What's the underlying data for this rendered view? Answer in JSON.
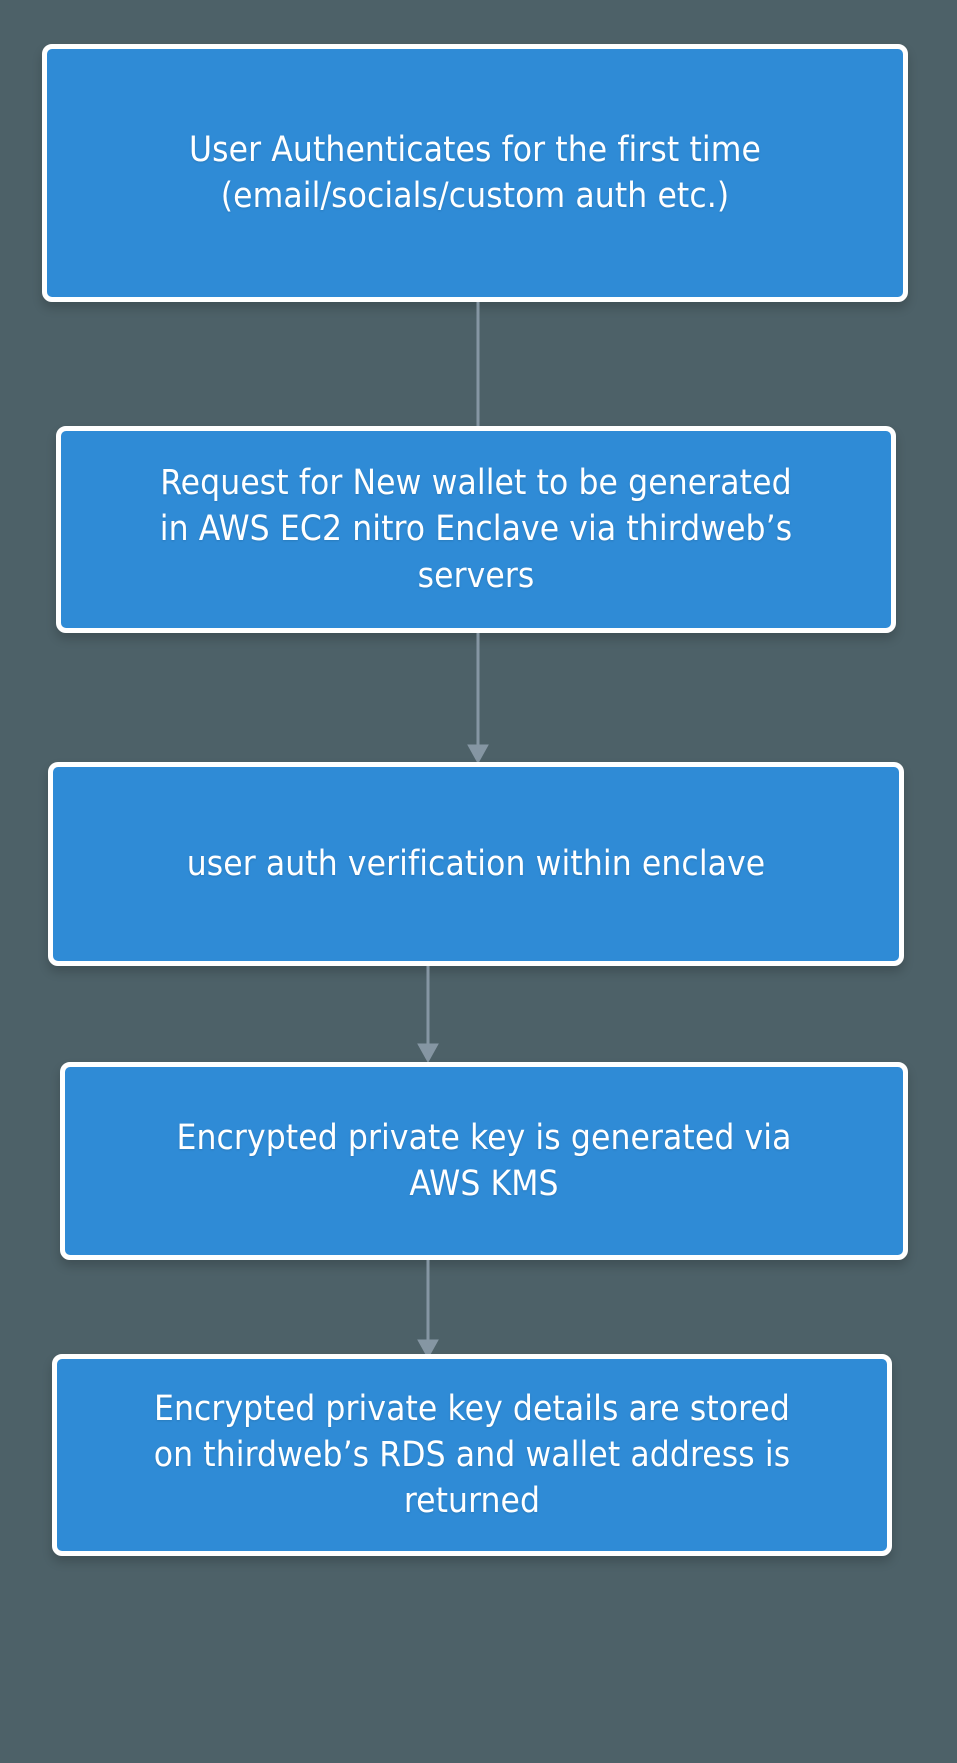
{
  "diagram": {
    "title": "thirdweb enclave wallet creation flow",
    "background_color": "#4d6168",
    "node_fill_color": "#2f8bd6",
    "node_border_color": "#ffffff",
    "node_text_color": "#ffffff",
    "edge_color": "#8596a3",
    "nodes": [
      {
        "id": "node-1",
        "name": "user-authenticates",
        "label": "User Authenticates for the first time\n(email/socials/custom auth etc.)"
      },
      {
        "id": "node-2",
        "name": "request-new-wallet",
        "label": "Request for New wallet to be generated\nin AWS EC2 nitro Enclave via thirdweb’s\nservers"
      },
      {
        "id": "node-3",
        "name": "auth-verification-in-enclave",
        "label": "user auth verification within enclave"
      },
      {
        "id": "node-4",
        "name": "encrypted-key-generated",
        "label": "Encrypted private key is generated via\nAWS KMS"
      },
      {
        "id": "node-5",
        "name": "key-stored-address-returned",
        "label": "Encrypted private key details are stored\non thirdweb’s RDS and wallet address is\nreturned"
      }
    ],
    "edges": [
      {
        "id": "edge-1",
        "name": "edge-node1-to-node2",
        "from": "node-1",
        "to": "node-2"
      },
      {
        "id": "edge-2",
        "name": "edge-node2-to-node3",
        "from": "node-2",
        "to": "node-3"
      },
      {
        "id": "edge-3",
        "name": "edge-node3-to-node4",
        "from": "node-3",
        "to": "node-4"
      },
      {
        "id": "edge-4",
        "name": "edge-node4-to-node5",
        "from": "node-4",
        "to": "node-5"
      }
    ]
  }
}
